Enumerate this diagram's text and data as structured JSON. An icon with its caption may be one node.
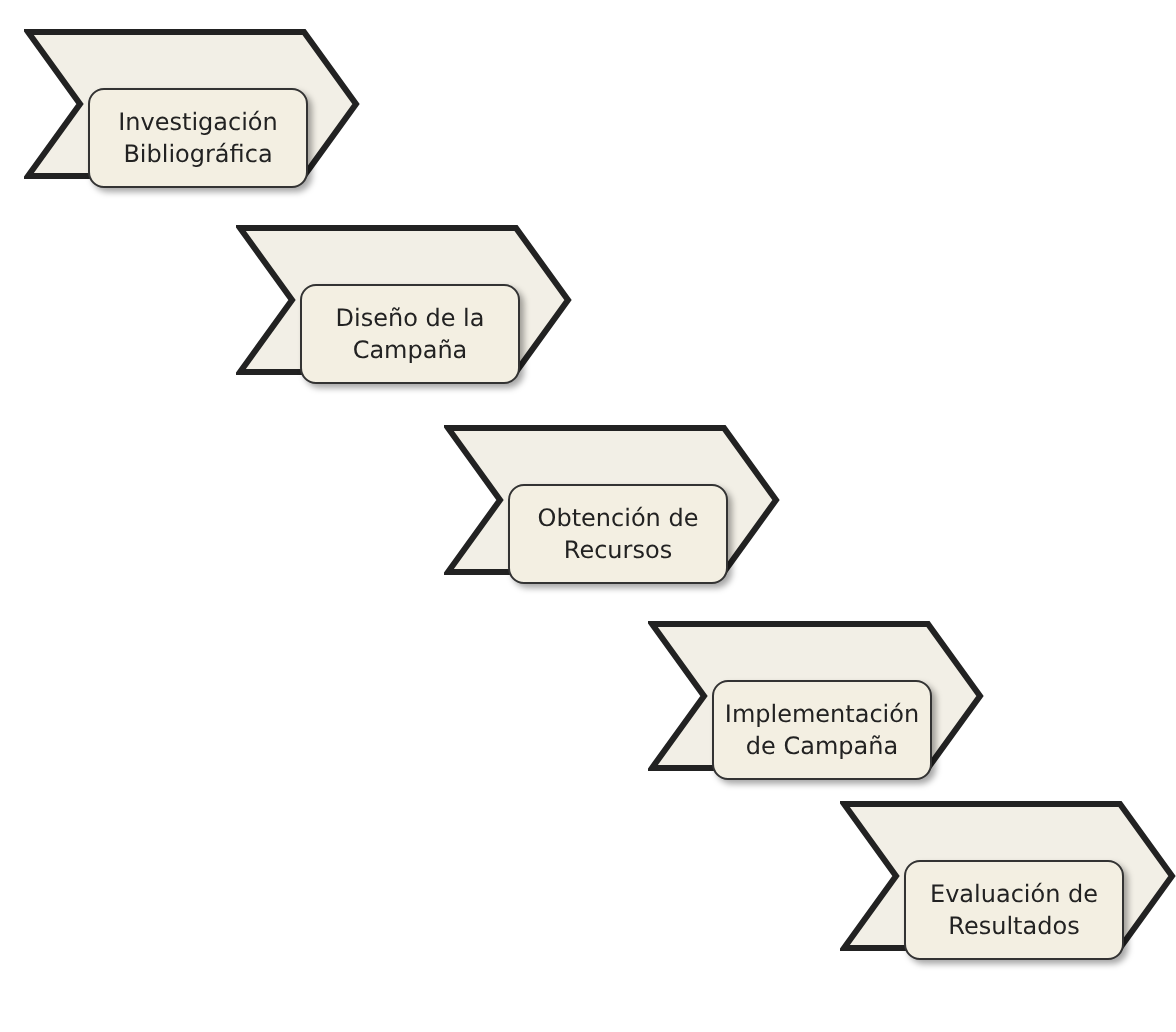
{
  "diagram": {
    "nodes": [
      {
        "text": [
          "Investigación Bibliográfica"
        ]
      },
      {
        "text": [
          "Diseño de la Campaña"
        ]
      },
      {
        "text": [
          "Obtención de Recursos"
        ]
      },
      {
        "text": [
          "Implementación de Campaña"
        ]
      },
      {
        "text": [
          "Evaluación de Resultados"
        ]
      }
    ]
  }
}
